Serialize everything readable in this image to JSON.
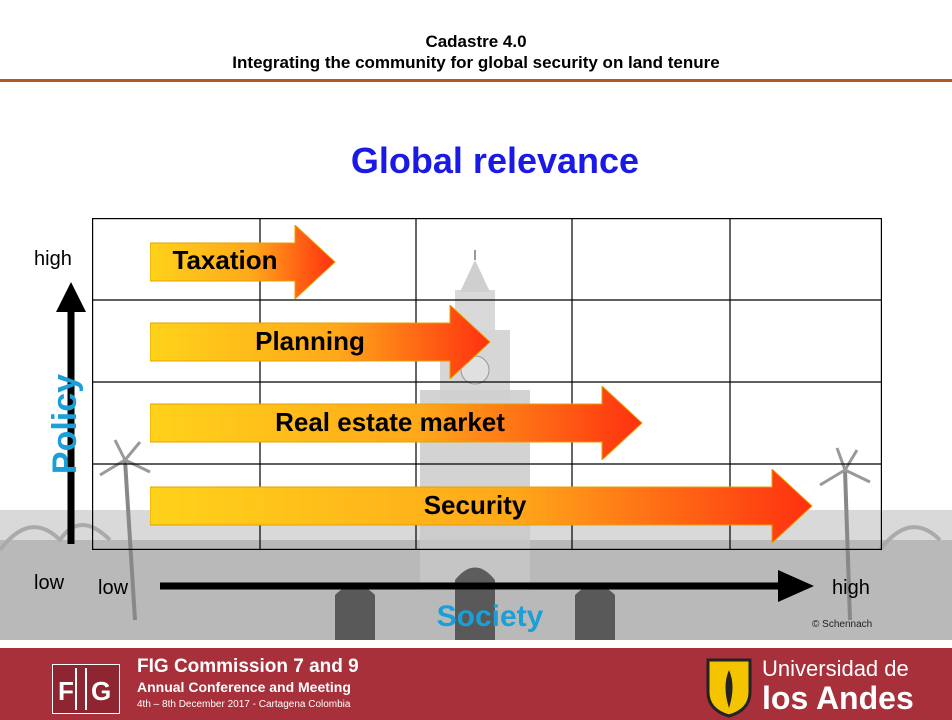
{
  "header": {
    "title": "Cadastre 4.0",
    "subtitle": "Integrating the community for global security on land tenure"
  },
  "main_title": "Global relevance",
  "diagram": {
    "arrows": [
      {
        "label": "Taxation"
      },
      {
        "label": "Planning"
      },
      {
        "label": "Real estate market"
      },
      {
        "label": "Security"
      }
    ],
    "y_axis": {
      "title": "Policy",
      "high": "high",
      "low": "low"
    },
    "x_axis": {
      "title": "Society",
      "low": "low",
      "high": "high"
    },
    "colors": {
      "arrow_start": "#ffd21a",
      "arrow_end": "#ff3010",
      "axis_title": "#1a9fd8",
      "main_title": "#1a1ae6"
    }
  },
  "copyright": "© Schennach",
  "footer": {
    "fig_logo_text": "FIG",
    "fig_line1": "FIG Commission 7 and 9",
    "fig_line2": "Annual Conference and Meeting",
    "fig_line3": "4th – 8th December 2017 - Cartagena Colombia",
    "uni_line1": "Universidad de",
    "uni_line2": "los Andes",
    "colors": {
      "band": "#a8303a"
    }
  }
}
